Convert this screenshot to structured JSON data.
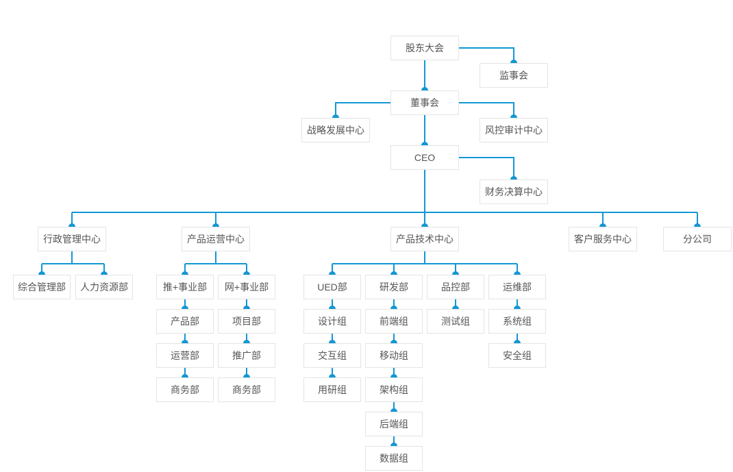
{
  "diagram": {
    "type": "org-chart",
    "accent_color": "#1297d4",
    "box_border_color": "#e4e4e4",
    "text_color": "#555555",
    "background_color": "#ffffff"
  },
  "nodes": {
    "shareholders": {
      "label": "股东大会"
    },
    "supervisors": {
      "label": "监事会"
    },
    "board": {
      "label": "董事会"
    },
    "strategy_center": {
      "label": "战略发展中心"
    },
    "risk_audit_center": {
      "label": "风控审计中心"
    },
    "ceo": {
      "label": "CEO"
    },
    "finance_center": {
      "label": "财务决算中心"
    },
    "admin_center": {
      "label": "行政管理中心"
    },
    "ops_center": {
      "label": "产品运营中心"
    },
    "tech_center": {
      "label": "产品技术中心"
    },
    "service_center": {
      "label": "客户服务中心"
    },
    "branch_company": {
      "label": "分公司"
    },
    "general_dept": {
      "label": "综合管理部"
    },
    "hr_dept": {
      "label": "人力资源部"
    },
    "tui_division": {
      "label": "推+事业部"
    },
    "wang_division": {
      "label": "网+事业部"
    },
    "ued_dept": {
      "label": "UED部"
    },
    "rd_dept": {
      "label": "研发部"
    },
    "qc_dept": {
      "label": "品控部"
    },
    "om_dept": {
      "label": "运维部"
    },
    "product_dept": {
      "label": "产品部"
    },
    "operation_dept": {
      "label": "运营部"
    },
    "business_dept_tui": {
      "label": "商务部"
    },
    "project_dept": {
      "label": "项目部"
    },
    "promotion_dept": {
      "label": "推广部"
    },
    "business_dept_wang": {
      "label": "商务部"
    },
    "design_group": {
      "label": "设计组"
    },
    "interaction_group": {
      "label": "交互组"
    },
    "research_group": {
      "label": "用研组"
    },
    "frontend_group": {
      "label": "前端组"
    },
    "mobile_group": {
      "label": "移动组"
    },
    "arch_group": {
      "label": "架构组"
    },
    "backend_group": {
      "label": "后端组"
    },
    "data_group": {
      "label": "数据组"
    },
    "test_group": {
      "label": "测试组"
    },
    "system_group": {
      "label": "系统组"
    },
    "security_group": {
      "label": "安全组"
    }
  },
  "edges": [
    [
      "股东大会",
      "监事会"
    ],
    [
      "股东大会",
      "董事会"
    ],
    [
      "董事会",
      "战略发展中心"
    ],
    [
      "董事会",
      "风控审计中心"
    ],
    [
      "董事会",
      "CEO"
    ],
    [
      "CEO",
      "财务决算中心"
    ],
    [
      "CEO",
      "行政管理中心"
    ],
    [
      "CEO",
      "产品运营中心"
    ],
    [
      "CEO",
      "产品技术中心"
    ],
    [
      "CEO",
      "客户服务中心"
    ],
    [
      "CEO",
      "分公司"
    ],
    [
      "行政管理中心",
      "综合管理部"
    ],
    [
      "行政管理中心",
      "人力资源部"
    ],
    [
      "产品运营中心",
      "推+事业部"
    ],
    [
      "产品运营中心",
      "网+事业部"
    ],
    [
      "推+事业部",
      "产品部"
    ],
    [
      "产品部",
      "运营部"
    ],
    [
      "运营部",
      "商务部"
    ],
    [
      "网+事业部",
      "项目部"
    ],
    [
      "项目部",
      "推广部"
    ],
    [
      "推广部",
      "商务部"
    ],
    [
      "产品技术中心",
      "UED部"
    ],
    [
      "产品技术中心",
      "研发部"
    ],
    [
      "产品技术中心",
      "品控部"
    ],
    [
      "产品技术中心",
      "运维部"
    ],
    [
      "UED部",
      "设计组"
    ],
    [
      "设计组",
      "交互组"
    ],
    [
      "交互组",
      "用研组"
    ],
    [
      "研发部",
      "前端组"
    ],
    [
      "前端组",
      "移动组"
    ],
    [
      "移动组",
      "架构组"
    ],
    [
      "架构组",
      "后端组"
    ],
    [
      "后端组",
      "数据组"
    ],
    [
      "品控部",
      "测试组"
    ],
    [
      "运维部",
      "系统组"
    ],
    [
      "系统组",
      "安全组"
    ]
  ]
}
